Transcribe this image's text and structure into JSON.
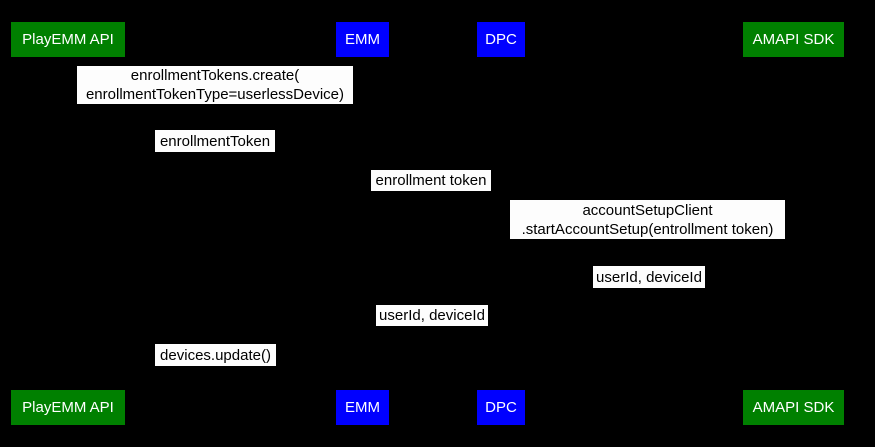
{
  "diagram": {
    "type": "sequence-diagram",
    "background": "#000000",
    "label_background": "#fdfdfd",
    "label_text_color": "#000000",
    "actor_text_color": "#ffffff",
    "actors": [
      {
        "id": "playemm-api",
        "label": "PlayEMM API",
        "color": "#008000"
      },
      {
        "id": "emm",
        "label": "EMM",
        "color": "#0000ff"
      },
      {
        "id": "dpc",
        "label": "DPC",
        "color": "#0000ff"
      },
      {
        "id": "amapi-sdk",
        "label": "AMAPI SDK",
        "color": "#008000"
      }
    ],
    "messages": [
      {
        "text": "enrollmentTokens.create(\nenrollmentTokenType=userlessDevice)"
      },
      {
        "text": "enrollmentToken"
      },
      {
        "text": "enrollment token"
      },
      {
        "text": "accountSetupClient\n.startAccountSetup(entrollment token)"
      },
      {
        "text": "userId, deviceId"
      },
      {
        "text": "userId, deviceId"
      },
      {
        "text": "devices.update()"
      }
    ]
  }
}
